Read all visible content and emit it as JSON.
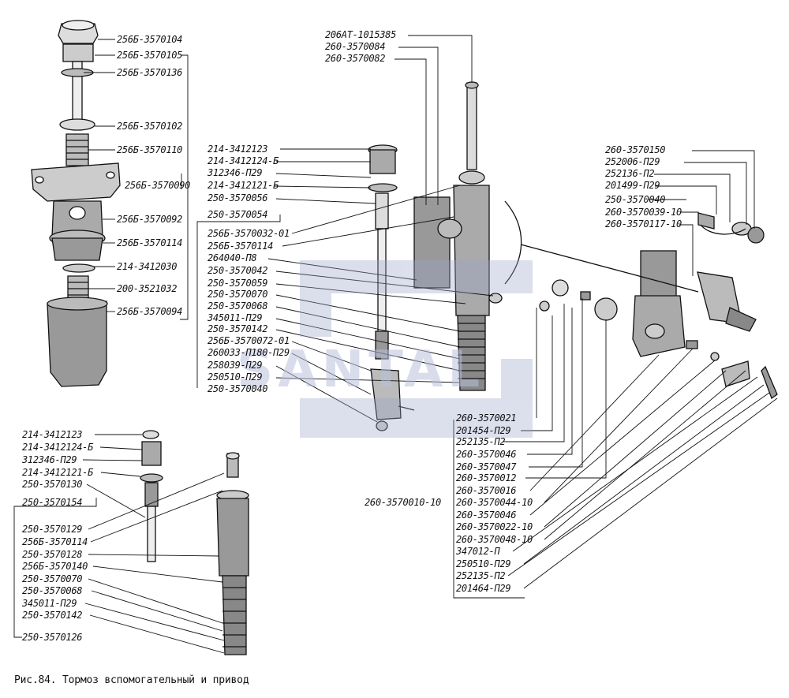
{
  "caption": "Рис.84. Тормоз вспомогательный и привод",
  "watermark": {
    "text": "SANTAL",
    "color": "#b9c1dc"
  },
  "group_left_top": [
    "256Б-3570104",
    "256Б-3570105",
    "256Б-3570136",
    "256Б-3570102",
    "256Б-3570110",
    "256Б-3570090",
    "256Б-3570092",
    "256Б-3570114",
    "214-3412030",
    "200-3521032",
    "256Б-3570094"
  ],
  "group_middle": [
    "214-3412123",
    "214-3412124-Б",
    "312346-П29",
    "214-3412121-Б",
    "250-3570056",
    "250-3570054",
    "256Б-3570032-01",
    "256Б-3570114",
    "264040-П8",
    "250-3570042",
    "250-3570059",
    "250-3570070",
    "250-3570068",
    "345011-П29",
    "250-3570142",
    "256Б-3570072-01",
    "260033-П180-П29",
    "258039-П29",
    "250510-П29",
    "250-3570040"
  ],
  "group_top_right": [
    "206АТ-1015385",
    "260-3570084",
    "260-3570082"
  ],
  "group_far_right": [
    "260-3570150",
    "252006-П29",
    "252136-П2",
    "201499-П29",
    "250-3570040",
    "260-3570039-10",
    "260-3570117-10"
  ],
  "assembly_label": "260-3570010-10",
  "group_bottom_right": [
    "260-3570021",
    "201454-П29",
    "252135-П2",
    "260-3570046",
    "260-3570047",
    "260-3570012",
    "260-3570016",
    "260-3570044-10",
    "260-3570046",
    "260-3570022-10",
    "260-3570048-10",
    "347012-П",
    "250510-П29",
    "252135-П2",
    "201464-П29"
  ],
  "group_bottom_left": [
    "214-3412123",
    "214-3412124-Б",
    "312346-П29",
    "214-3412121-Б",
    "250-3570130",
    "250-3570154",
    "250-3570129",
    "256Б-3570114",
    "250-3570128",
    "256Б-3570140",
    "250-3570070",
    "250-3570068",
    "345011-П29",
    "250-3570142",
    "250-3570126"
  ]
}
